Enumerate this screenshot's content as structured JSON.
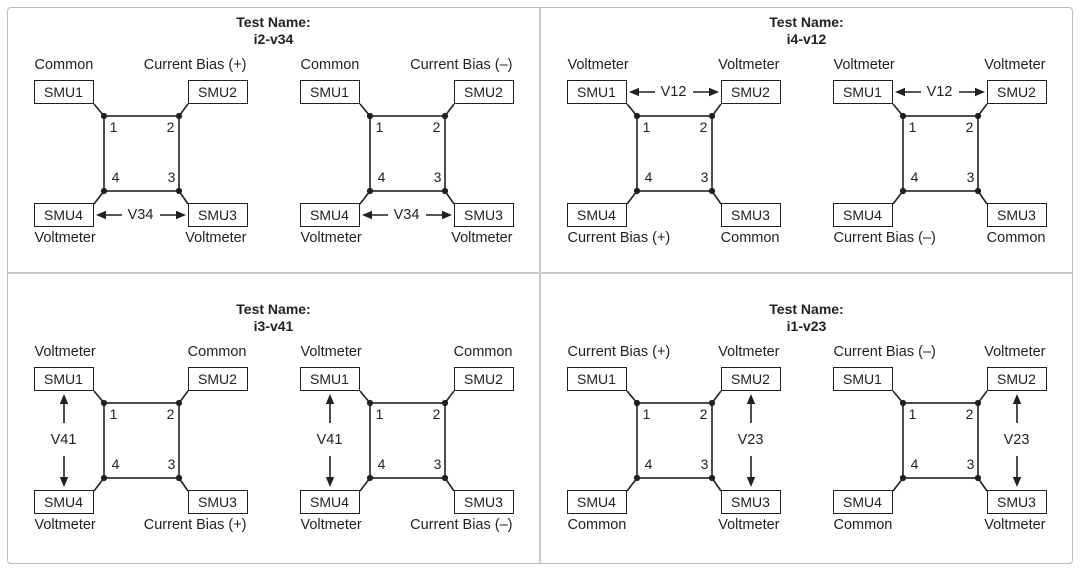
{
  "page": {
    "ink_color": "#231f20",
    "frame_border_color": "#bdbdbd",
    "divider_color": "#c9c9c9",
    "background_color": "#ffffff"
  },
  "quadrants": [
    {
      "title_label": "Test Name:",
      "test_name": "i2-v34",
      "diagrams": [
        {
          "label_top_left": "Common",
          "label_top_right": "Current Bias (+)",
          "label_bottom_left": "Voltmeter",
          "label_bottom_right": "Voltmeter",
          "smu1": "SMU1",
          "smu2": "SMU2",
          "smu3": "SMU3",
          "smu4": "SMU4",
          "pad1": "1",
          "pad2": "2",
          "pad3": "3",
          "pad4": "4",
          "voltage_label": "V34"
        },
        {
          "label_top_left": "Common",
          "label_top_right": "Current Bias (–)",
          "label_bottom_left": "Voltmeter",
          "label_bottom_right": "Voltmeter",
          "smu1": "SMU1",
          "smu2": "SMU2",
          "smu3": "SMU3",
          "smu4": "SMU4",
          "pad1": "1",
          "pad2": "2",
          "pad3": "3",
          "pad4": "4",
          "voltage_label": "V34"
        }
      ]
    },
    {
      "title_label": "Test Name:",
      "test_name": "i4-v12",
      "diagrams": [
        {
          "label_top_left": "Voltmeter",
          "label_top_right": "Voltmeter",
          "label_bottom_left": "Current Bias (+)",
          "label_bottom_right": "Common",
          "smu1": "SMU1",
          "smu2": "SMU2",
          "smu3": "SMU3",
          "smu4": "SMU4",
          "pad1": "1",
          "pad2": "2",
          "pad3": "3",
          "pad4": "4",
          "voltage_label": "V12"
        },
        {
          "label_top_left": "Voltmeter",
          "label_top_right": "Voltmeter",
          "label_bottom_left": "Current Bias (–)",
          "label_bottom_right": "Common",
          "smu1": "SMU1",
          "smu2": "SMU2",
          "smu3": "SMU3",
          "smu4": "SMU4",
          "pad1": "1",
          "pad2": "2",
          "pad3": "3",
          "pad4": "4",
          "voltage_label": "V12"
        }
      ]
    },
    {
      "title_label": "Test Name:",
      "test_name": "i3-v41",
      "diagrams": [
        {
          "label_top_left": "Voltmeter",
          "label_top_right": "Common",
          "label_bottom_left": "Voltmeter",
          "label_bottom_right": "Current Bias (+)",
          "smu1": "SMU1",
          "smu2": "SMU2",
          "smu3": "SMU3",
          "smu4": "SMU4",
          "pad1": "1",
          "pad2": "2",
          "pad3": "3",
          "pad4": "4",
          "voltage_label": "V41"
        },
        {
          "label_top_left": "Voltmeter",
          "label_top_right": "Common",
          "label_bottom_left": "Voltmeter",
          "label_bottom_right": "Current Bias (–)",
          "smu1": "SMU1",
          "smu2": "SMU2",
          "smu3": "SMU3",
          "smu4": "SMU4",
          "pad1": "1",
          "pad2": "2",
          "pad3": "3",
          "pad4": "4",
          "voltage_label": "V41"
        }
      ]
    },
    {
      "title_label": "Test Name:",
      "test_name": "i1-v23",
      "diagrams": [
        {
          "label_top_left": "Current Bias (+)",
          "label_top_right": "Voltmeter",
          "label_bottom_left": "Common",
          "label_bottom_right": "Voltmeter",
          "smu1": "SMU1",
          "smu2": "SMU2",
          "smu3": "SMU3",
          "smu4": "SMU4",
          "pad1": "1",
          "pad2": "2",
          "pad3": "3",
          "pad4": "4",
          "voltage_label": "V23"
        },
        {
          "label_top_left": "Current Bias (–)",
          "label_top_right": "Voltmeter",
          "label_bottom_left": "Common",
          "label_bottom_right": "Voltmeter",
          "smu1": "SMU1",
          "smu2": "SMU2",
          "smu3": "SMU3",
          "smu4": "SMU4",
          "pad1": "1",
          "pad2": "2",
          "pad3": "3",
          "pad4": "4",
          "voltage_label": "V23"
        }
      ]
    }
  ]
}
